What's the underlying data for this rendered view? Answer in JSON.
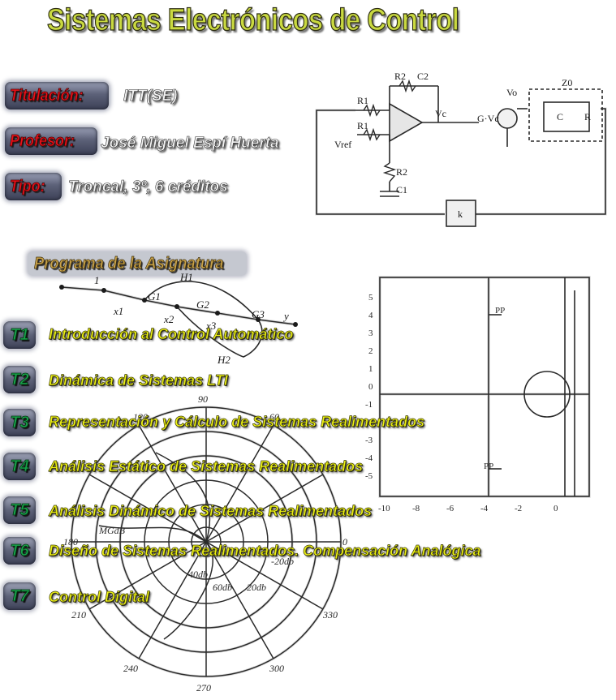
{
  "title": "Sistemas Electrónicos de Control",
  "info": [
    {
      "label": "Titulación:",
      "value": "ITT(SE)"
    },
    {
      "label": "Profesor:",
      "value": "José Miguel Espí Huerta"
    },
    {
      "label": "Tipo:",
      "value": "Troncal, 3º, 6 créditos"
    }
  ],
  "program_heading": "Programa de la Asignatura",
  "topics": [
    {
      "code": "T1",
      "title": "Introducción al Control Automático"
    },
    {
      "code": "T2",
      "title": "Dinámica de Sistemas LTI"
    },
    {
      "code": "T3",
      "title": "Representación y Cálculo de Sistemas Realimentados"
    },
    {
      "code": "T4",
      "title": "Análisis Estático de Sistemas Realimentados"
    },
    {
      "code": "T5",
      "title": "Análisis Dinámico de Sistemas Realimentados"
    },
    {
      "code": "T6",
      "title": "Diseño de Sistemas Realimentados. Compensación Analógica"
    },
    {
      "code": "T7",
      "title": "Control Digital"
    }
  ],
  "circuit": {
    "labels": {
      "r1a": "R1",
      "r1b": "R1",
      "r2top": "R2",
      "c2top": "C2",
      "vc": "Vc",
      "vref": "Vref",
      "r2bot": "R2",
      "c1": "C1",
      "gvc": "G·Vc",
      "vo": "Vo",
      "z0": "Z0",
      "cap": "C",
      "res": "R",
      "k": "k"
    }
  },
  "signal_flow": {
    "labels": {
      "one": "1",
      "x1": "x1",
      "g1": "G1",
      "h1": "H1",
      "x2": "x2",
      "g2": "G2",
      "x3": "x3",
      "g3": "G3",
      "y": "y",
      "h2": "H2"
    }
  },
  "root_locus": {
    "y_ticks": [
      "5",
      "4",
      "3",
      "2",
      "1",
      "0",
      "-1",
      "-2",
      "-3",
      "-4",
      "-5"
    ],
    "x_ticks": [
      "-10",
      "-8",
      "-6",
      "-4",
      "-2",
      "0"
    ],
    "labels": {
      "pp_top": "PP",
      "pp_bot": "PP"
    }
  },
  "nichols": {
    "angles": [
      "90",
      "120",
      "60",
      "150",
      "30",
      "180",
      "0",
      "210",
      "330",
      "240",
      "300",
      "270"
    ],
    "labels": {
      "mgdb": "MGdB",
      "db20": "-20db",
      "db40": "40db",
      "db60": "60db",
      "db20b": "20db"
    }
  }
}
